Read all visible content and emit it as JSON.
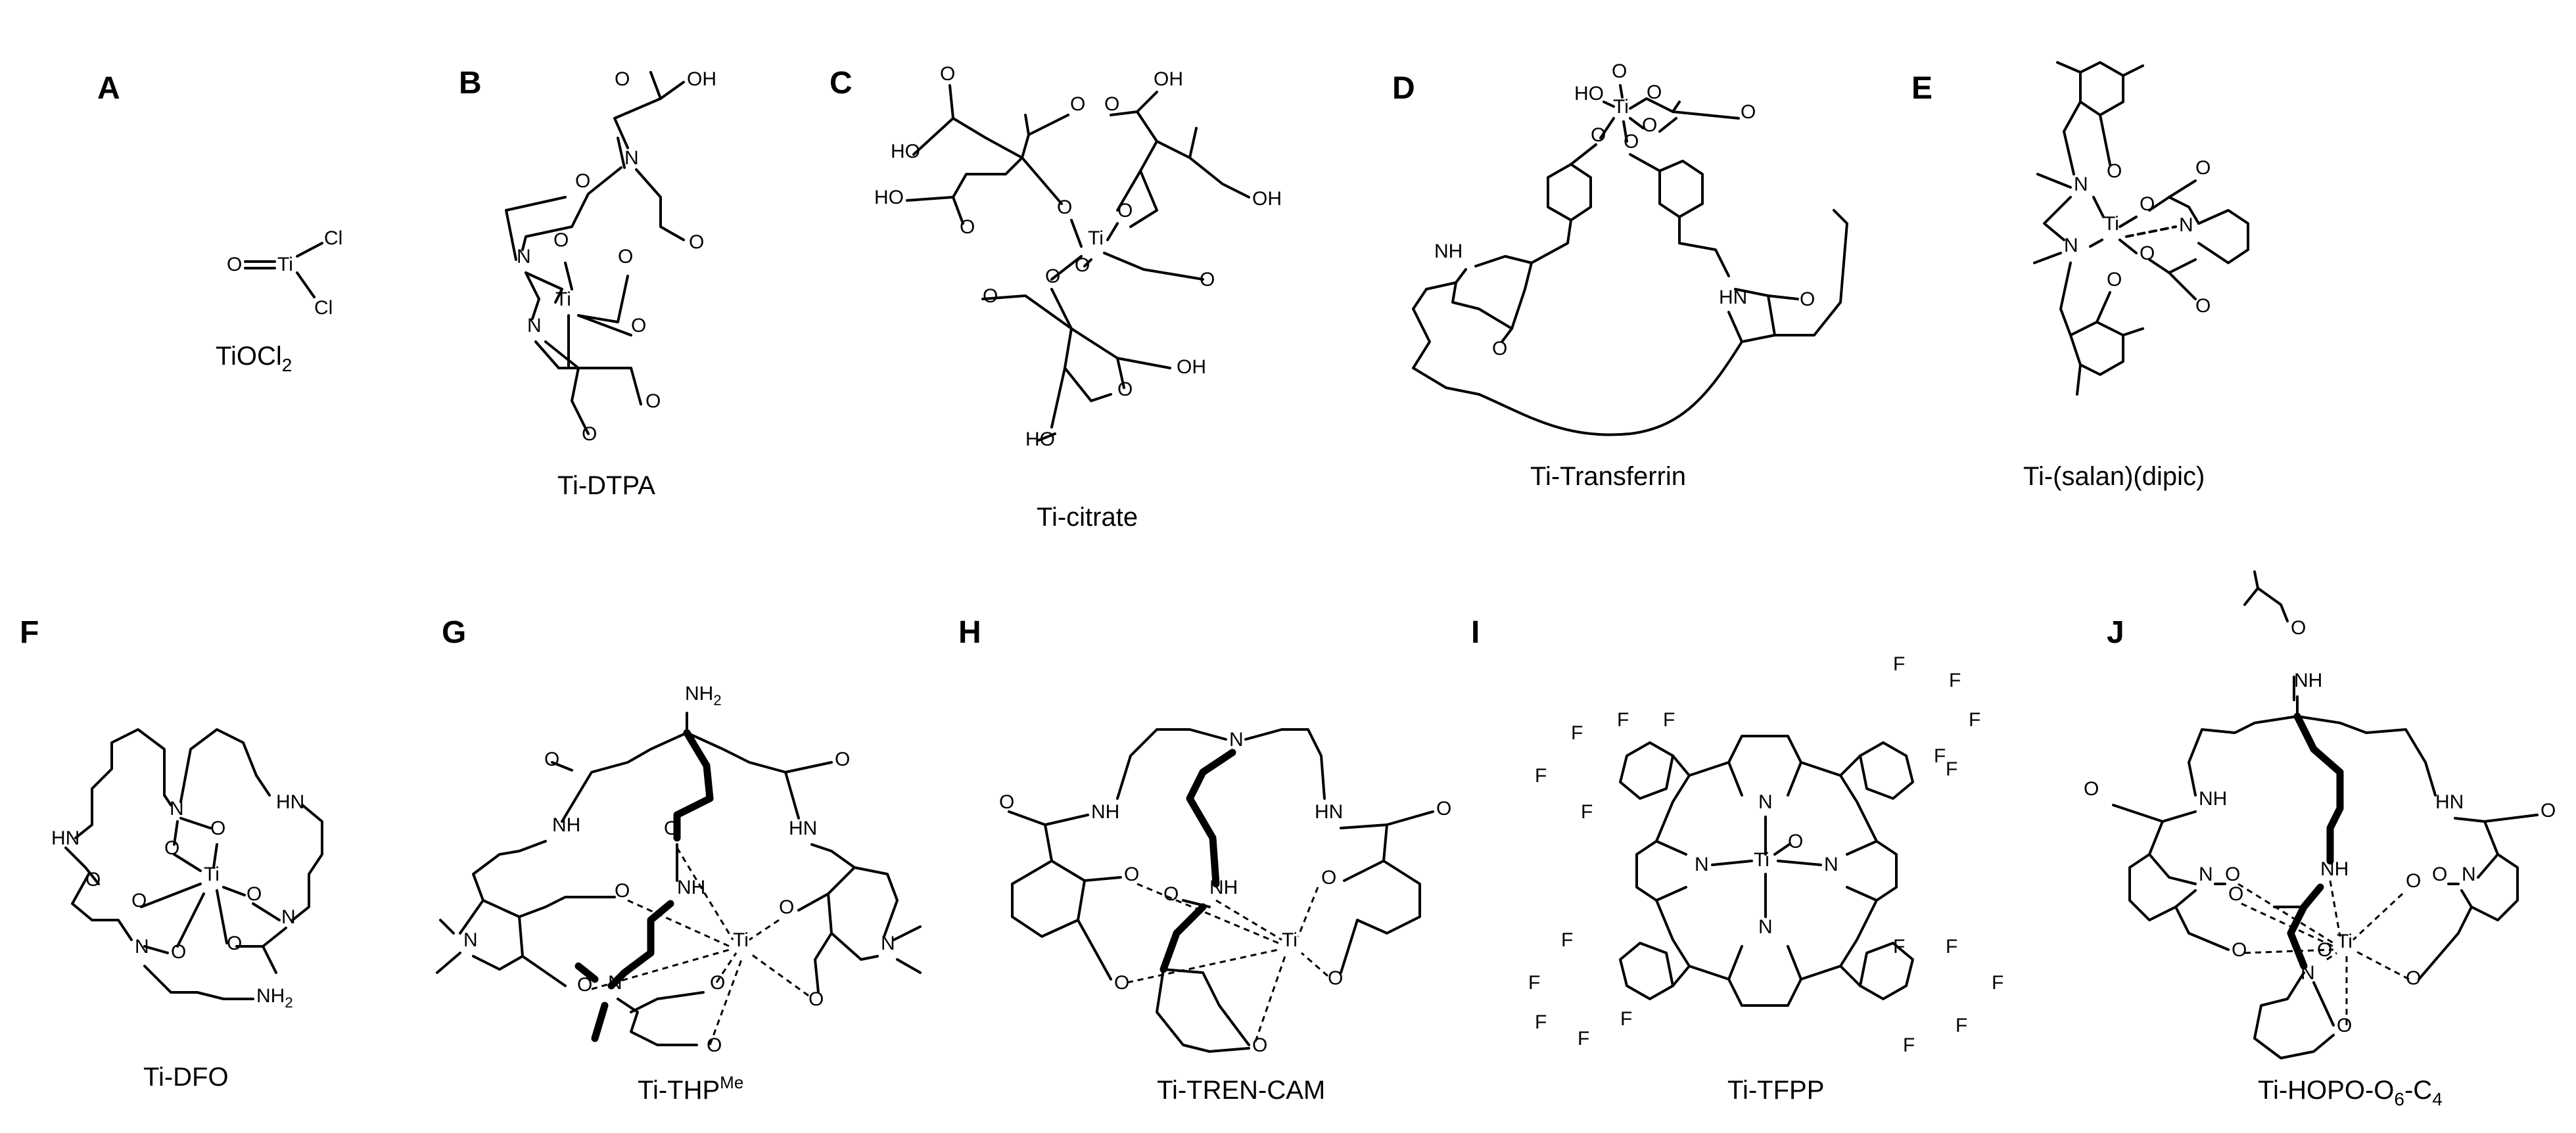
{
  "panels": [
    {
      "letter": "A",
      "name": "TiOCl",
      "name_sub": "2",
      "name_sup": "",
      "name_tail": ""
    },
    {
      "letter": "B",
      "name": "Ti-DTPA",
      "name_sub": "",
      "name_sup": "",
      "name_tail": ""
    },
    {
      "letter": "C",
      "name": "Ti-citrate",
      "name_sub": "",
      "name_sup": "",
      "name_tail": ""
    },
    {
      "letter": "D",
      "name": "Ti-Transferrin",
      "name_sub": "",
      "name_sup": "",
      "name_tail": ""
    },
    {
      "letter": "E",
      "name": "Ti-(salan)(dipic)",
      "name_sub": "",
      "name_sup": "",
      "name_tail": ""
    },
    {
      "letter": "F",
      "name": "Ti-DFO",
      "name_sub": "",
      "name_sup": "",
      "name_tail": ""
    },
    {
      "letter": "G",
      "name": "Ti-THP",
      "name_sub": "",
      "name_sup": "Me",
      "name_tail": ""
    },
    {
      "letter": "H",
      "name": "Ti-TREN-CAM",
      "name_sub": "",
      "name_sup": "",
      "name_tail": ""
    },
    {
      "letter": "I",
      "name": "Ti-TFPP",
      "name_sub": "",
      "name_sup": "",
      "name_tail": ""
    },
    {
      "letter": "J",
      "name": "Ti-HOPO-O",
      "name_sub": "6",
      "name_sup": "",
      "name_tail": "-C",
      "name_sub2": "4"
    }
  ],
  "atoms": {
    "ti": "Ti",
    "o": "O",
    "n": "N",
    "cl": "Cl",
    "oh": "OH",
    "ho": "HO",
    "nh": "NH",
    "hn": "HN",
    "nh2": "NH",
    "nh2_sub": "2",
    "f": "F"
  }
}
